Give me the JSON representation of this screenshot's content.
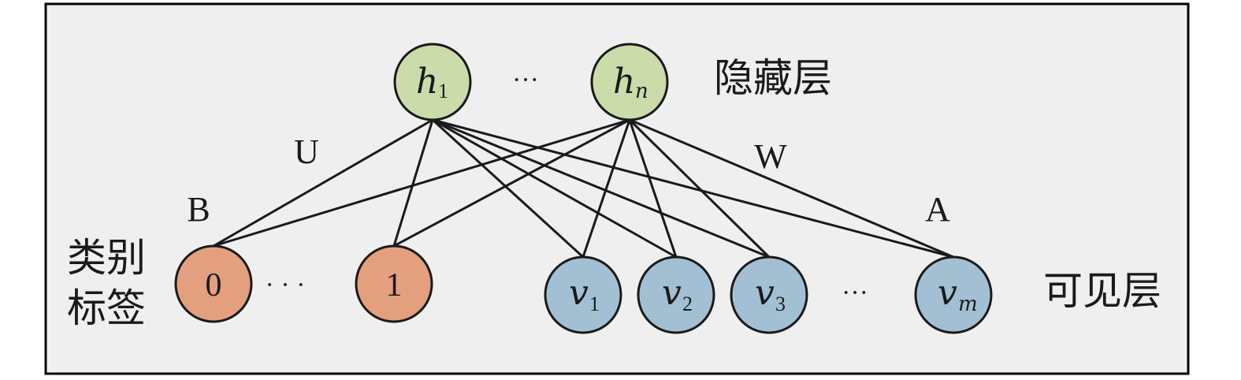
{
  "hidden_layer": {
    "nodes": [
      {
        "symbol": "h",
        "sub": "1"
      },
      {
        "symbol": "h",
        "sub": "n"
      }
    ],
    "ellipsis": "···",
    "label": "隐藏层"
  },
  "label_layer": {
    "nodes": [
      "0",
      "1"
    ],
    "ellipsis": "· · ·",
    "label_line1": "类别",
    "label_line2": "标签"
  },
  "visible_layer": {
    "nodes": [
      {
        "symbol": "v",
        "sub": "1"
      },
      {
        "symbol": "v",
        "sub": "2"
      },
      {
        "symbol": "v",
        "sub": "3"
      },
      {
        "symbol": "v",
        "sub": "m"
      }
    ],
    "ellipsis": "···",
    "label": "可见层"
  },
  "weights": {
    "U": "U",
    "W": "W",
    "B": "B",
    "A": "A"
  },
  "colors": {
    "hidden": "#c9dcaa",
    "label": "#e4a07e",
    "visible": "#a3bfd3",
    "background": "#efefef"
  }
}
